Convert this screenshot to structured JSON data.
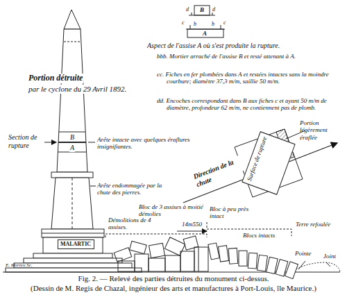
{
  "diagram": {
    "caption": "Fig. 2. — Relevé des parties détruites du monument ci-dessus.",
    "nodes": [
      {
        "text": [
          "MALARTIC"
        ]
      },
      {
        "text": [
          "Surface de rupture"
        ]
      }
    ],
    "labels": [
      "Portion détruite",
      "par le cyclone du 29 Avril 1892.",
      "Section de rupture",
      "B",
      "A",
      "Arête intacte avec quelques éraflures insignifiantes.",
      "Arête endommagée par la chute des pierres.",
      "Démolitions de 4 assises.",
      "Bloc de 3 assises à moitié démolies",
      "14m550",
      "Bloc à peu près intact",
      "Blocs intacts",
      "Terre refoulée",
      "Pointe",
      "Joint",
      "E. Morieu Sc.",
      "d",
      "B",
      "d",
      "c",
      "b",
      "b",
      "c",
      "A",
      "Aspect de l'assise A où s'est produite la rupture.",
      "bbb. Mortier arraché de l'assise B et resté attenant à A.",
      "cc. Fiches en fer plombées dans A et restées intactes sans la moindre courbure; diamètre 37,3 m/m, saillie 50 m/m.",
      "dd. Encoches correspondant dans B aux fiches c et ayant 50 m/m de diamètre, profondeur 62 m/m, ne contiennent pas de plomb.",
      "Portion légèrement éraflée",
      "Direction de la chute",
      "(Dessin de M. Regis de Chazal, ingénieur des arts et manufactures à Port-Louis, île Maurice.)"
    ]
  }
}
